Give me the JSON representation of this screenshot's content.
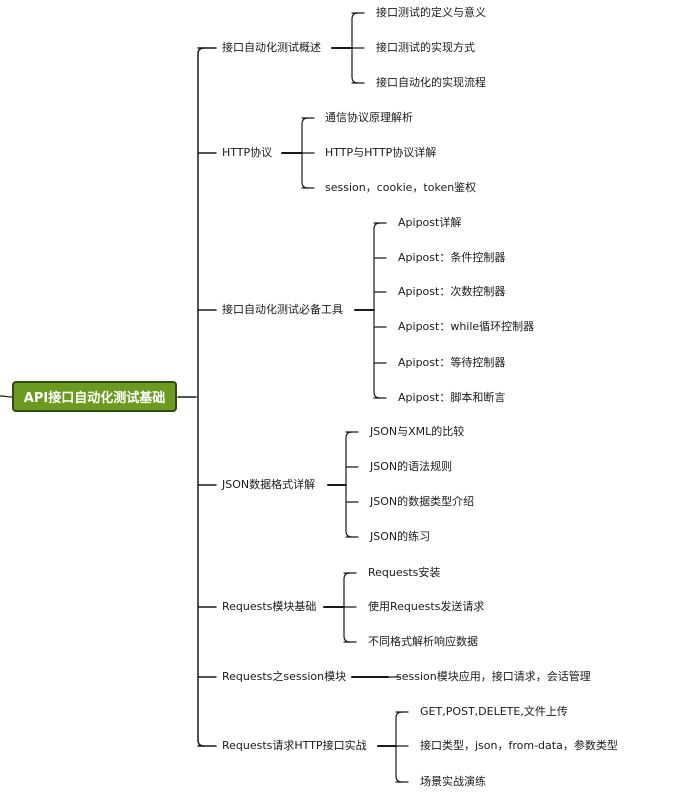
{
  "root": {
    "label": "API接口自动化测试基础"
  },
  "branches": [
    {
      "label": "接口自动化测试概述",
      "children": [
        "接口测试的定义与意义",
        "接口测试的实现方式",
        "接口自动化的实现流程"
      ]
    },
    {
      "label": "HTTP协议",
      "children": [
        "通信协议原理解析",
        "HTTP与HTTP协议详解",
        "session，cookie，token鉴权"
      ]
    },
    {
      "label": "接口自动化测试必备工具",
      "children": [
        "Apipost详解",
        "Apipost：条件控制器",
        "Apipost：次数控制器",
        "Apipost：while循环控制器",
        "Apipost：等待控制器",
        "Apipost：脚本和断言"
      ]
    },
    {
      "label": "JSON数据格式详解",
      "children": [
        "JSON与XML的比较",
        "JSON的语法规则",
        "JSON的数据类型介绍",
        "JSON的练习"
      ]
    },
    {
      "label": "Requests模块基础",
      "children": [
        "Requests安装",
        "使用Requests发送请求",
        "不同格式解析响应数据"
      ]
    },
    {
      "label": "Requests之session模块",
      "children": [
        "session模块应用，接口请求，会话管理"
      ]
    },
    {
      "label": "Requests请求HTTP接口实战",
      "children": [
        "GET,POST,DELETE,文件上传",
        "接口类型，json，from-data，参数类型",
        "场景实战演练"
      ]
    }
  ]
}
